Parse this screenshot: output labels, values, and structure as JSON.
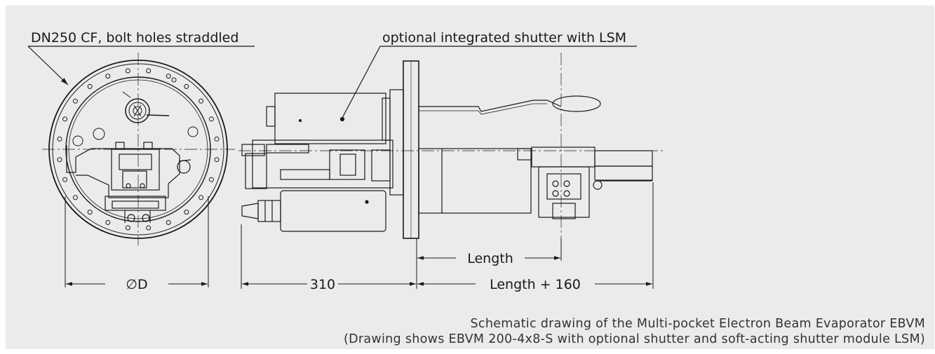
{
  "labels": {
    "flange": "DN250 CF, bolt holes straddled",
    "shutter": "optional integrated shutter with LSM",
    "length": "Length",
    "dim_310": "310",
    "length_plus": "Length + 160",
    "diameter": "∅D"
  },
  "caption": {
    "line1": "Schematic drawing of the Multi-pocket Electron Beam Evaporator EBVM",
    "line2": "(Drawing shows EBVM 200-4x8-S with optional shutter and soft-acting shutter module LSM)"
  },
  "colors": {
    "panel": "#ebebeb",
    "line": "#1a1a1a",
    "caption": "#333333"
  }
}
